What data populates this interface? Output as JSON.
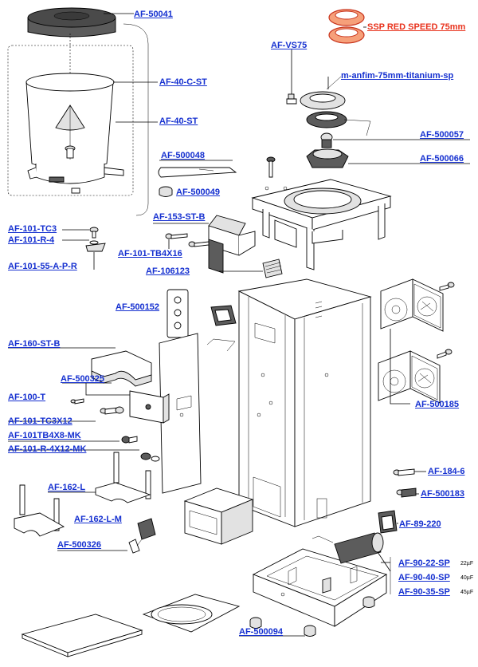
{
  "labels": {
    "af_50041": "AF-50041",
    "ssp_red_speed": "SSP RED SPEED 75mm",
    "af_vs75": "AF-VS75",
    "m_anfim": "m-anfim-75mm-titanium-sp",
    "af_40_c_st": "AF-40-C-ST",
    "af_40_st": "AF-40-ST",
    "af_500057": "AF-500057",
    "af_500048": "AF-500048",
    "af_500066": "AF-500066",
    "af_500049": "AF-500049",
    "af_153_st_b": "AF-153-ST-B",
    "af_101_tc3": "AF-101-TC3",
    "af_101_r_4": "AF-101-R-4",
    "af_101_tb4x16": "AF-101-TB4X16",
    "af_101_55_a_p_r": "AF-101-55-A-P-R",
    "af_106123": "AF-106123",
    "af_500152": "AF-500152",
    "af_160_st_b": "AF-160-ST-B",
    "af_500325": "AF-500325",
    "af_100_t": "AF-100-T",
    "af_500185": "AF-500185",
    "af_101_tc3x12": "AF-101-TC3X12",
    "af_101tb4x8_mk": "AF-101TB4X8-MK",
    "af_101_r_4x12_mk": "AF-101-R-4X12-MK",
    "af_184_6": "AF-184-6",
    "af_162_l": "AF-162-L",
    "af_500183": "AF-500183",
    "af_162_l_m": "AF-162-L-M",
    "af_89_220": "AF-89-220",
    "af_500326": "AF-500326",
    "af_90_22_sp": "AF-90-22-SP",
    "af_90_40_sp": "AF-90-40-SP",
    "af_90_35_sp": "AF-90-35-SP",
    "af_500094": "AF-500094"
  },
  "captions": {
    "cap_22": "22µF",
    "cap_40": "40µF",
    "cap_45": "45µF"
  },
  "colors": {
    "link": "#1530d0",
    "highlight": "#e8321c"
  }
}
